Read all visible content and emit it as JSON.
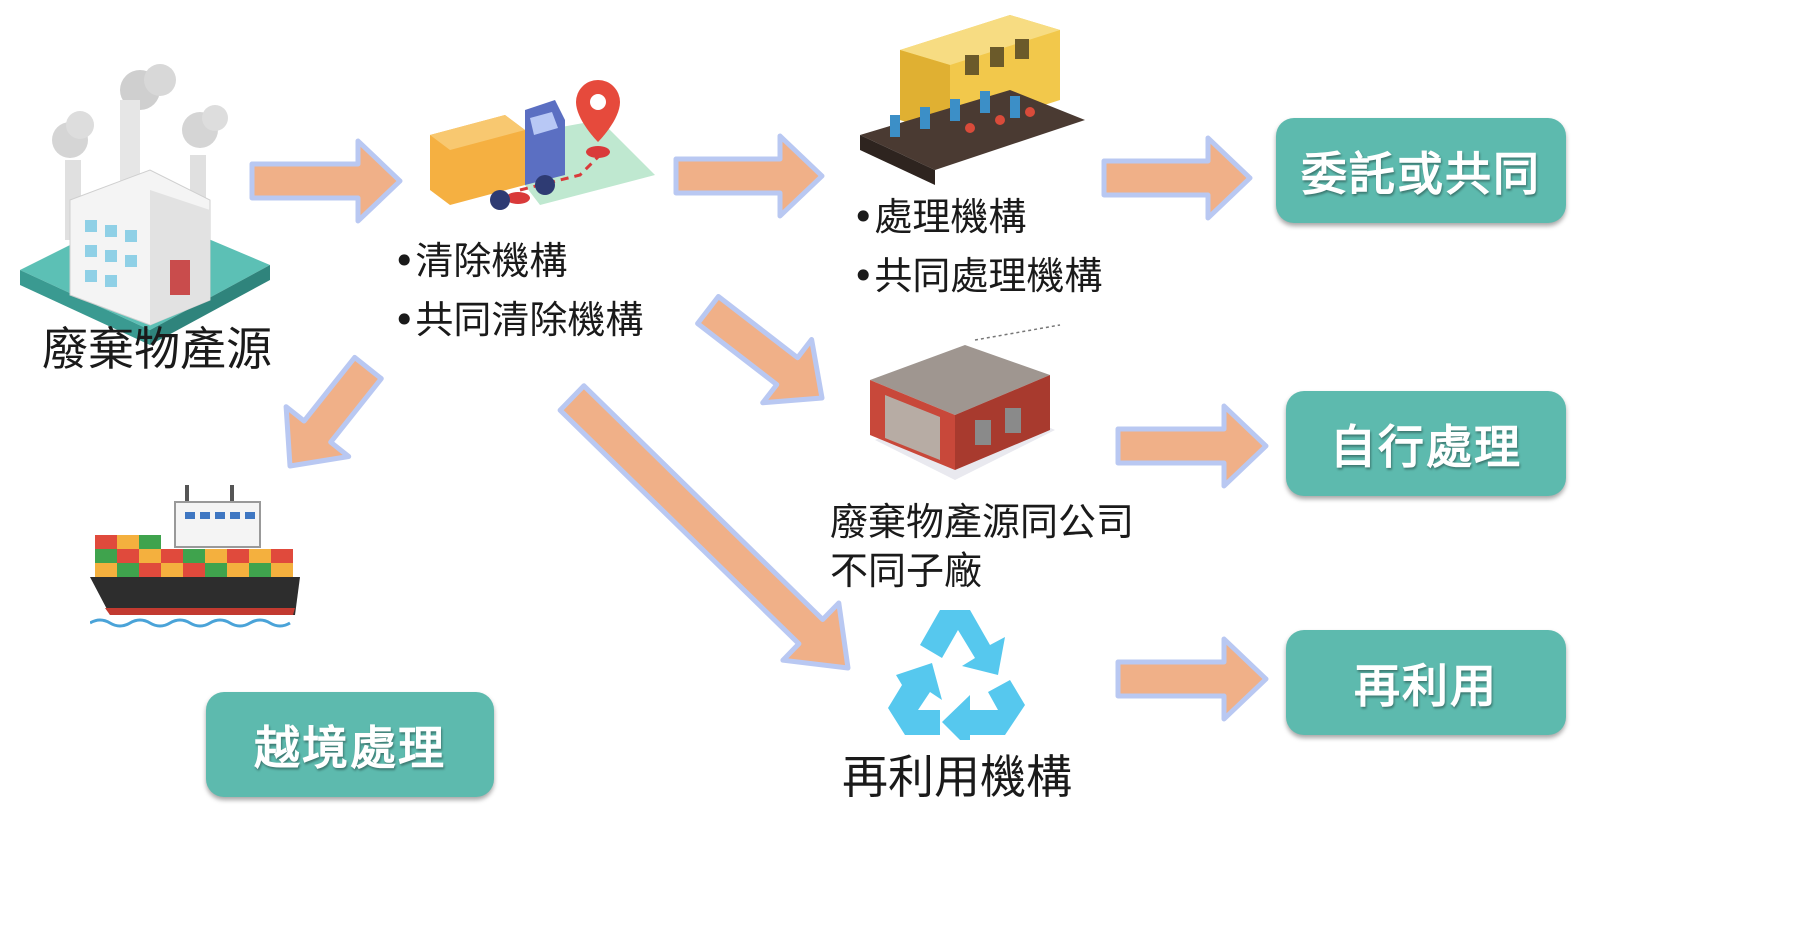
{
  "colors": {
    "pill": "#5dbaae",
    "arrow": "#f0b088",
    "arrow_glow": "#b9c8f2"
  },
  "source": {
    "label": "廢棄物產源",
    "icon": "factory-icon"
  },
  "clearance": {
    "items": [
      "清除機構",
      "共同清除機構"
    ],
    "icon": "truck-map-icon"
  },
  "treatment": {
    "items": [
      "處理機構",
      "共同處理機構"
    ],
    "icon": "conveyor-factory-icon"
  },
  "subsidiary": {
    "label_lines": [
      "廢棄物產源同公司",
      "不同子廠"
    ],
    "icon": "warehouse-icon"
  },
  "reuse_org": {
    "label": "再利用機構",
    "icon": "recycle-icon"
  },
  "ship": {
    "icon": "cargo-ship-icon"
  },
  "outcomes": {
    "commissioned": "委託或共同",
    "self": "自行處理",
    "reuse": "再利用",
    "cross_border": "越境處理"
  }
}
